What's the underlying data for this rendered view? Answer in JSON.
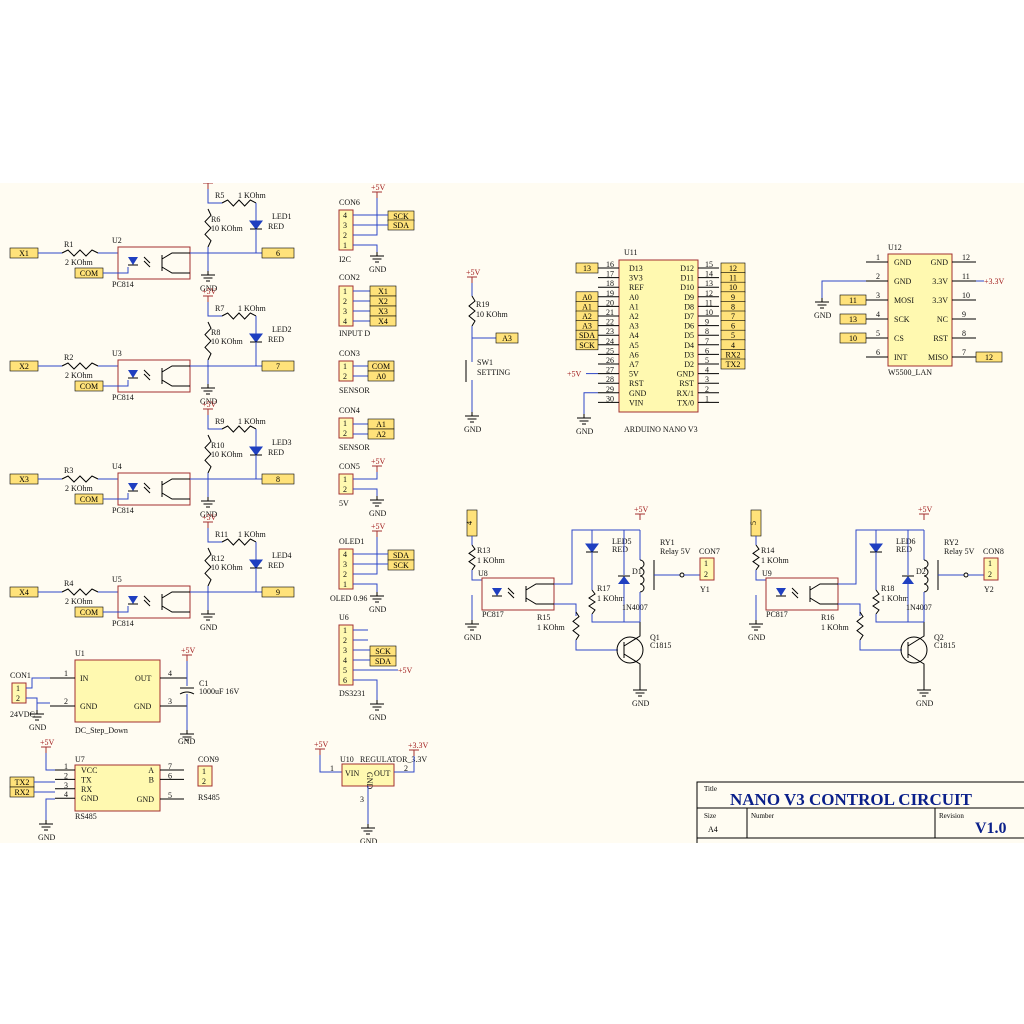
{
  "title_block": {
    "title_label": "Title",
    "title": "NANO V3 CONTROL CIRCUIT",
    "size_label": "Size",
    "size": "A4",
    "number_label": "Number",
    "revision_label": "Revision",
    "revision": "V1.0"
  },
  "power": {
    "p5v": "+5V",
    "p33v": "+3.3V",
    "gnd": "GND"
  },
  "inputs": [
    {
      "port": "X1",
      "r_in": "R1",
      "r_in_val": "2 KOhm",
      "opto": "U2",
      "opto_part": "PC814",
      "com": "COM",
      "r_led": "R5",
      "r_led_val": "1 KOhm",
      "r_pull": "R6",
      "r_pull_val": "10 KOhm",
      "led": "LED1",
      "led_color": "RED",
      "out": "6"
    },
    {
      "port": "X2",
      "r_in": "R2",
      "r_in_val": "2 KOhm",
      "opto": "U3",
      "opto_part": "PC814",
      "com": "COM",
      "r_led": "R7",
      "r_led_val": "1 KOhm",
      "r_pull": "R8",
      "r_pull_val": "10 KOhm",
      "led": "LED2",
      "led_color": "RED",
      "out": "7"
    },
    {
      "port": "X3",
      "r_in": "R3",
      "r_in_val": "2 KOhm",
      "opto": "U4",
      "opto_part": "PC814",
      "com": "COM",
      "r_led": "R9",
      "r_led_val": "1 KOhm",
      "r_pull": "R10",
      "r_pull_val": "10 KOhm",
      "led": "LED3",
      "led_color": "RED",
      "out": "8"
    },
    {
      "port": "X4",
      "r_in": "R4",
      "r_in_val": "2 KOhm",
      "opto": "U5",
      "opto_part": "PC814",
      "com": "COM",
      "r_led": "R11",
      "r_led_val": "1 KOhm",
      "r_pull": "R12",
      "r_pull_val": "10 KOhm",
      "led": "LED4",
      "led_color": "RED",
      "out": "9"
    }
  ],
  "connectors": {
    "con6": {
      "ref": "CON6",
      "name": "I2C",
      "pins": [
        "4",
        "3",
        "2",
        "1"
      ],
      "nets": [
        "SCK",
        "SDA"
      ]
    },
    "con2": {
      "ref": "CON2",
      "name": "INPUT D",
      "pins": [
        "1",
        "2",
        "3",
        "4"
      ],
      "nets": [
        "X1",
        "X2",
        "X3",
        "X4"
      ]
    },
    "con3": {
      "ref": "CON3",
      "name": "SENSOR",
      "pins": [
        "1",
        "2"
      ],
      "nets": [
        "COM",
        "A0"
      ]
    },
    "con4": {
      "ref": "CON4",
      "name": "SENSOR",
      "pins": [
        "1",
        "2"
      ],
      "nets": [
        "A1",
        "A2"
      ]
    },
    "con5": {
      "ref": "CON5",
      "name": "5V",
      "pins": [
        "1",
        "2"
      ]
    },
    "oled": {
      "ref": "OLED1",
      "name": "OLED 0.96",
      "pins": [
        "4",
        "3",
        "2",
        "1"
      ],
      "nets": [
        "SDA",
        "SCK"
      ]
    },
    "u6": {
      "ref": "U6",
      "name": "DS3231",
      "pins": [
        "1",
        "2",
        "3",
        "4",
        "5",
        "6"
      ],
      "nets": [
        "SCK",
        "SDA"
      ]
    }
  },
  "switch": {
    "r": "R19",
    "r_val": "10 KOhm",
    "net": "A3",
    "ref": "SW1",
    "name": "SETTING"
  },
  "arduino": {
    "ref": "U11",
    "name": "ARDUINO NANO V3",
    "left_nets": [
      "13",
      "",
      "",
      "A0",
      "A1",
      "A2",
      "A3",
      "SDA",
      "SCK",
      "",
      "+5V",
      "",
      ""
    ],
    "left_nums": [
      "16",
      "17",
      "18",
      "19",
      "20",
      "21",
      "22",
      "23",
      "24",
      "25",
      "26",
      "27",
      "28",
      "29",
      "30"
    ],
    "left_pins": [
      "D13",
      "3V3",
      "REF",
      "A0",
      "A1",
      "A2",
      "A3",
      "A4",
      "A5",
      "A6",
      "A7",
      "5V",
      "RST",
      "GND",
      "VIN"
    ],
    "right_pins": [
      "D12",
      "D11",
      "D10",
      "D9",
      "D8",
      "D7",
      "D6",
      "D5",
      "D4",
      "D3",
      "D2",
      "GND",
      "RST",
      "RX/1",
      "TX/0"
    ],
    "right_nums": [
      "15",
      "14",
      "13",
      "12",
      "11",
      "10",
      "9",
      "8",
      "7",
      "6",
      "5",
      "4",
      "3",
      "2",
      "1"
    ],
    "right_nets": [
      "12",
      "11",
      "10",
      "9",
      "8",
      "7",
      "6",
      "5",
      "4",
      "RX2",
      "TX2"
    ]
  },
  "w5500": {
    "ref": "U12",
    "name": "W5500_LAN",
    "left_nums": [
      "1",
      "2",
      "3",
      "4",
      "5",
      "6"
    ],
    "left_pins": [
      "GND",
      "GND",
      "MOSI",
      "SCK",
      "CS",
      "INT"
    ],
    "left_nets": [
      "11",
      "13",
      "10"
    ],
    "right_pins": [
      "GND",
      "3.3V",
      "3.3V",
      "NC",
      "RST",
      "MISO"
    ],
    "right_nums": [
      "12",
      "11",
      "10",
      "9",
      "8",
      "7"
    ],
    "right_nets": [
      "+3.3V",
      "12"
    ]
  },
  "relays": [
    {
      "in": "4",
      "r_in": "R13",
      "r_in_val": "1 KOhm",
      "opto": "U8",
      "opto_part": "PC817",
      "r_b": "R15",
      "r_b_val": "1 KOhm",
      "led": "LED5",
      "led_color": "RED",
      "r_led": "R17",
      "r_led_val": "1 KOhm",
      "diode": "D1",
      "diode_part": "1N4007",
      "relay": "RY1",
      "relay_part": "Relay 5V",
      "con": "CON7",
      "con_pins": [
        "1",
        "2"
      ],
      "out": "Y1",
      "q": "Q1",
      "q_part": "C1815"
    },
    {
      "in": "5",
      "r_in": "R14",
      "r_in_val": "1 KOhm",
      "opto": "U9",
      "opto_part": "PC817",
      "r_b": "R16",
      "r_b_val": "1 KOhm",
      "led": "LED6",
      "led_color": "RED",
      "r_led": "R18",
      "r_led_val": "1 KOhm",
      "diode": "D2",
      "diode_part": "1N4007",
      "relay": "RY2",
      "relay_part": "Relay 5V",
      "con": "CON8",
      "con_pins": [
        "1",
        "2"
      ],
      "out": "Y2",
      "q": "Q2",
      "q_part": "C1815"
    }
  ],
  "power_supply": {
    "con": "CON1",
    "con_pins": [
      "1",
      "2"
    ],
    "con_name": "24VDC",
    "u": "U1",
    "u_name": "DC_Step_Down",
    "u_in": "IN",
    "u_out": "OUT",
    "u_gnd": "GND",
    "u_gnd2": "GND",
    "u_nums": [
      "1",
      "2",
      "4",
      "3"
    ],
    "cap": "C1",
    "cap_val": "1000uF 16V"
  },
  "rs485": {
    "u": "U7",
    "name": "RS485",
    "pins_l": [
      "VCC",
      "TX",
      "RX",
      "GND"
    ],
    "pins_r": [
      "A",
      "B",
      "GND"
    ],
    "nums_l": [
      "1",
      "2",
      "3",
      "4"
    ],
    "nums_r": [
      "7",
      "6",
      "5"
    ],
    "nets": [
      "TX2",
      "RX2"
    ],
    "con": "CON9",
    "con_pins": [
      "1",
      "2"
    ],
    "con_name": "RS485"
  },
  "regulator": {
    "u": "U10",
    "name": "REGULATOR_3.3V",
    "vin": "VIN",
    "vout": "OUT",
    "gnd": "GND",
    "nums": [
      "1",
      "2",
      "3"
    ]
  }
}
